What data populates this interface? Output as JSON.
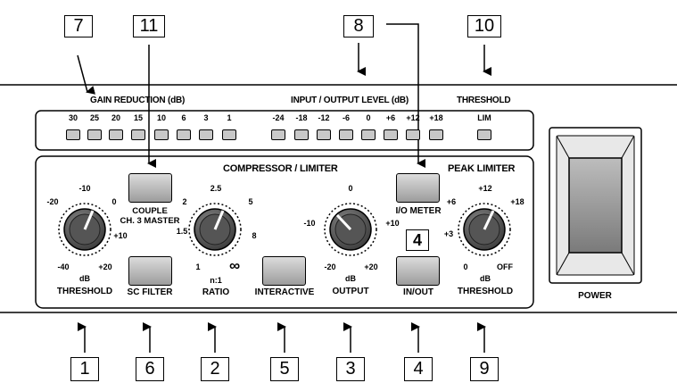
{
  "callouts_top": [
    "7",
    "11",
    "8",
    "10"
  ],
  "callouts_bottom": [
    "1",
    "6",
    "2",
    "5",
    "3",
    "4",
    "9"
  ],
  "meters": {
    "gain_reduction_title": "GAIN REDUCTION (dB)",
    "gain_reduction_scale": [
      "30",
      "25",
      "20",
      "15",
      "10",
      "6",
      "3",
      "1"
    ],
    "io_level_title": "INPUT / OUTPUT LEVEL (dB)",
    "io_level_scale": [
      "-24",
      "-18",
      "-12",
      "-6",
      "0",
      "+6",
      "+12",
      "+18"
    ],
    "threshold_title": "THRESHOLD",
    "lim_label": "LIM"
  },
  "panel": {
    "compressor_title": "COMPRESSOR / LIMITER",
    "peak_limiter_title": "PEAK LIMITER",
    "power_label": "POWER",
    "channel_number": "4"
  },
  "threshold_knob": {
    "top": "-10",
    "upper_left": "-20",
    "upper_right": "0",
    "right": "+10",
    "lower_left": "-40",
    "lower_right": "+20",
    "unit": "dB",
    "label": "THRESHOLD"
  },
  "couple_button": {
    "line1": "COUPLE",
    "line2": "CH. 3 MASTER"
  },
  "sc_filter_label": "SC FILTER",
  "ratio_knob": {
    "top": "2.5",
    "upper_left": "2",
    "upper_right": "5",
    "left": "1.5",
    "right": "8",
    "lower_left": "1",
    "lower_right": "∞",
    "unit": "n:1",
    "label": "RATIO"
  },
  "interactive_label": "INTERACTIVE",
  "output_knob": {
    "top": "0",
    "left": "-10",
    "right": "+10",
    "lower_left": "-20",
    "lower_right": "+20",
    "unit": "dB",
    "label": "OUTPUT"
  },
  "io_meter_label": "I/O METER",
  "in_out_label": "IN/OUT",
  "peak_knob": {
    "top": "+12",
    "upper_left": "+6",
    "upper_right": "+18",
    "left": "+3",
    "lower_left": "0",
    "lower_right": "OFF",
    "unit": "dB",
    "label": "THRESHOLD"
  }
}
